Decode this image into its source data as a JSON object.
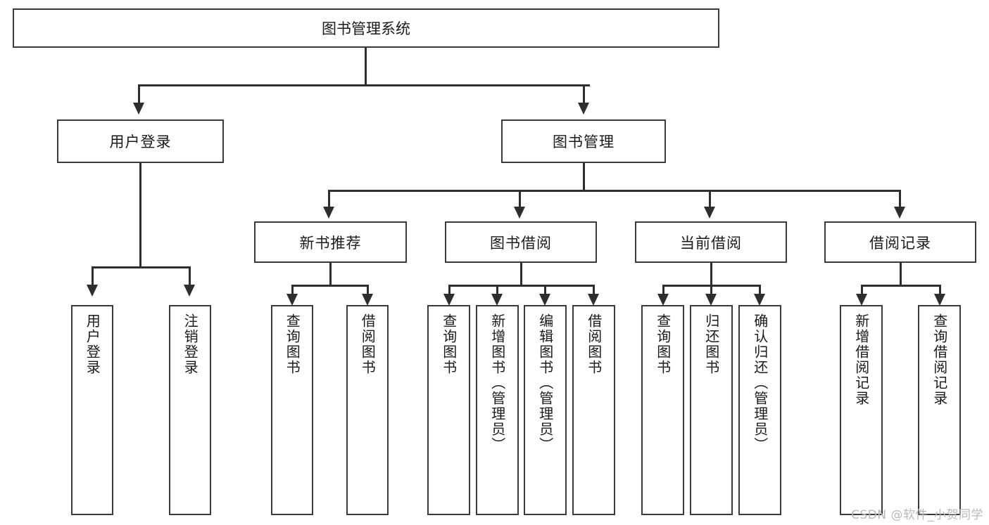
{
  "diagram": {
    "title": "图书管理系统",
    "watermark": "CSDN @软件_小贺同学",
    "root": {
      "label": "图书管理系统"
    },
    "level2": [
      {
        "label": "用户登录"
      },
      {
        "label": "图书管理"
      }
    ],
    "level3": [
      {
        "label": "新书推荐"
      },
      {
        "label": "图书借阅"
      },
      {
        "label": "当前借阅"
      },
      {
        "label": "借阅记录"
      }
    ],
    "leaves": {
      "user_login": [
        {
          "label": "用户登录"
        },
        {
          "label": "注销登录"
        }
      ],
      "new_book_recommend": [
        {
          "label": "查询图书"
        },
        {
          "label": "借阅图书"
        }
      ],
      "book_borrow": [
        {
          "label": "查询图书"
        },
        {
          "label": "新增图书（管理员）"
        },
        {
          "label": "编辑图书（管理员）"
        },
        {
          "label": "借阅图书"
        }
      ],
      "current_borrow": [
        {
          "label": "查询图书"
        },
        {
          "label": "归还图书"
        },
        {
          "label": "确认归还（管理员）"
        }
      ],
      "borrow_records": [
        {
          "label": "新增借阅记录"
        },
        {
          "label": "查询借阅记录"
        }
      ]
    },
    "colors": {
      "border": "#3a3a3a",
      "connector": "#2e2e2e",
      "background": "#ffffff",
      "text": "#1a1a1a",
      "watermark": "#b9b9b9"
    }
  }
}
